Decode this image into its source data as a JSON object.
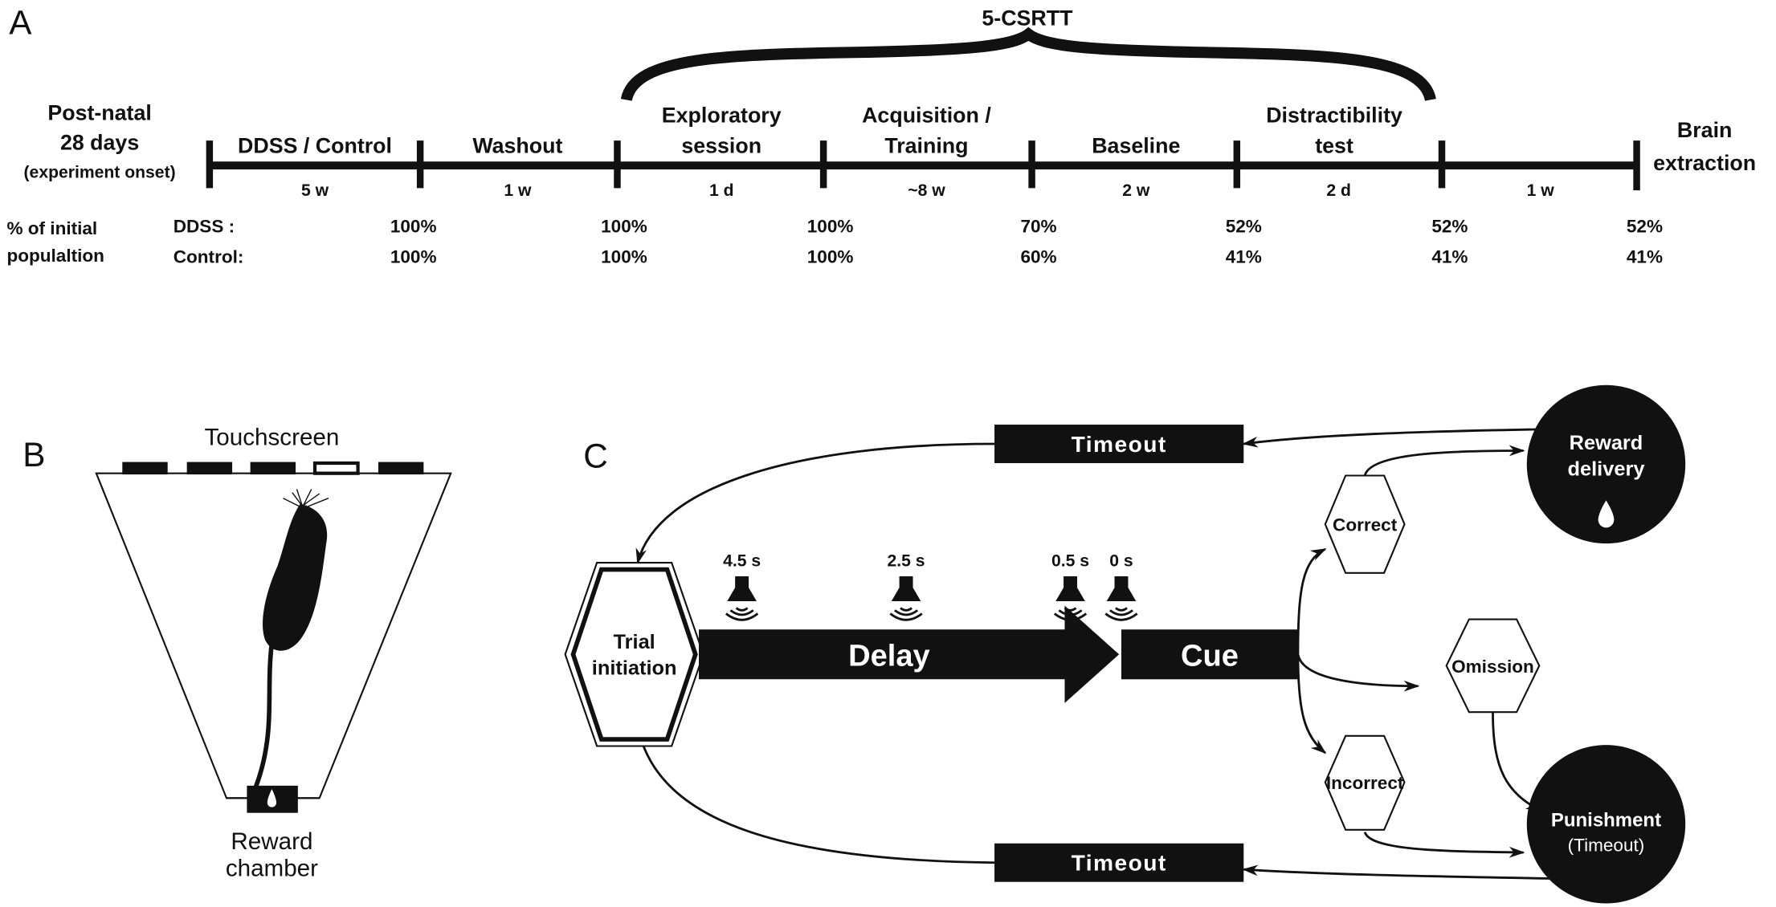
{
  "panel_a": {
    "letter": "A",
    "group_label": "5-CSRTT",
    "start": {
      "line1": "Post-natal",
      "line2": "28 days",
      "line3": "(experiment onset)"
    },
    "end": {
      "line1": "Brain",
      "line2": "extraction"
    },
    "phases": [
      {
        "line1": "",
        "line2": "DDSS / Control",
        "duration": "5 w"
      },
      {
        "line1": "",
        "line2": "Washout",
        "duration": "1 w"
      },
      {
        "line1": "Exploratory",
        "line2": "session",
        "duration": "1 d"
      },
      {
        "line1": "Acquisition /",
        "line2": "Training",
        "duration": "~8 w"
      },
      {
        "line1": "",
        "line2": "Baseline",
        "duration": "2 w"
      },
      {
        "line1": "Distractibility",
        "line2": "test",
        "duration": "2 d"
      },
      {
        "line1": "",
        "line2": "",
        "duration": "1 w"
      }
    ],
    "population_label": {
      "line1": "% of initial",
      "line2": "populaltion"
    },
    "rows": [
      {
        "label": "DDSS :",
        "values": [
          "100%",
          "100%",
          "100%",
          "70%",
          "52%",
          "52%",
          "52%"
        ]
      },
      {
        "label": "Control:",
        "values": [
          "100%",
          "100%",
          "100%",
          "60%",
          "41%",
          "41%",
          "41%"
        ]
      }
    ]
  },
  "panel_b": {
    "letter": "B",
    "touchscreen": "Touchscreen",
    "reward_line1": "Reward",
    "reward_line2": "chamber",
    "icons": [
      "mouse-icon",
      "water-drop-icon"
    ]
  },
  "panel_c": {
    "letter": "C",
    "timeout_top": "Timeout",
    "timeout_bottom": "Timeout",
    "trial_line1": "Trial",
    "trial_line2": "initiation",
    "delay": "Delay",
    "cue": "Cue",
    "speakers": [
      "4.5 s",
      "2.5 s",
      "0.5 s",
      "0 s"
    ],
    "correct": "Correct",
    "omission": "Omission",
    "incorrect": "Incorrect",
    "reward_line1": "Reward",
    "reward_line2": "delivery",
    "punishment_line1": "Punishment",
    "punishment_line2": "(Timeout)"
  }
}
